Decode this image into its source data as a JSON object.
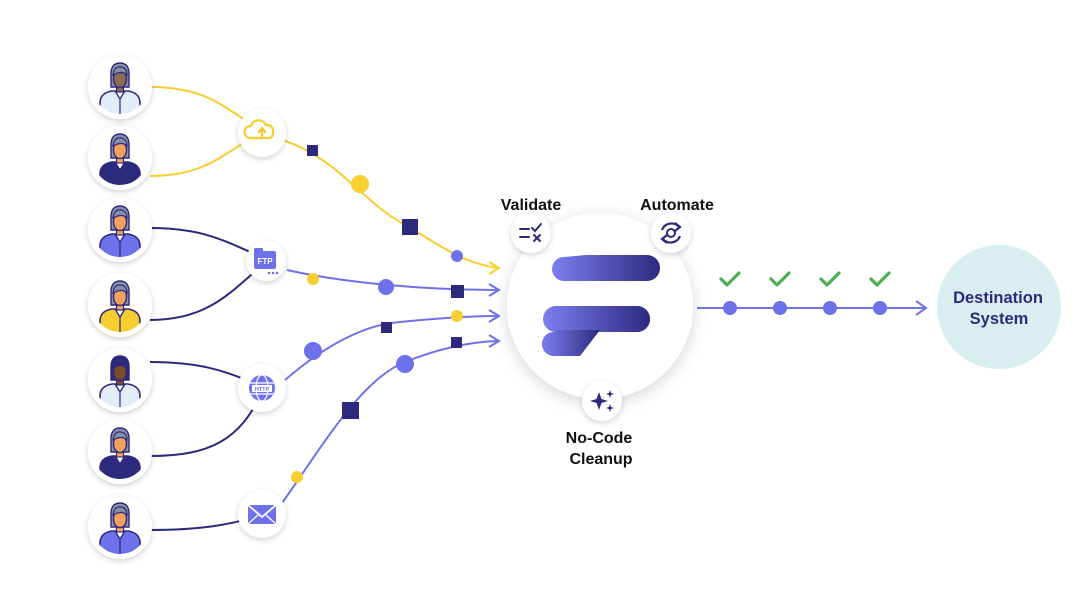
{
  "labels": {
    "validate": "Validate",
    "automate": "Automate",
    "cleanup_line1": "No-Code",
    "cleanup_line2": "Cleanup",
    "destination_line1": "Destination",
    "destination_line2": "System"
  },
  "icons": {
    "upload": "cloud-upload-icon",
    "ftp": "FTP",
    "http": "HTTP",
    "email": "envelope-icon",
    "validate": "validate-list-icon",
    "automate": "automate-gear-icon",
    "cleanup": "sparkles-icon",
    "logo": "flatfile-logo-icon"
  },
  "colors": {
    "yellow": "#f7cd2f",
    "navy": "#2d2a7d",
    "periwinkle": "#6e72ea",
    "check_green": "#4caf50",
    "destination_fill": "#d9eeee",
    "destination_text": "#2d2a7d"
  },
  "people": [
    {
      "name": "person-1",
      "shirt": "#e4edf7",
      "hair": "#8a8fa8",
      "skin": "#8e6b53"
    },
    {
      "name": "person-2",
      "shirt": "#2d2a7d",
      "hair": "#8a8fa8",
      "skin": "#f2a25c"
    },
    {
      "name": "person-3",
      "shirt": "#6e72ea",
      "hair": "#8a8fa8",
      "skin": "#f2a25c"
    },
    {
      "name": "person-4",
      "shirt": "#f7cd2f",
      "hair": "#8a8fa8",
      "skin": "#f2a25c"
    },
    {
      "name": "person-5",
      "shirt": "#e4edf7",
      "hair": "#2d2a7d",
      "skin": "#7a4a2a"
    },
    {
      "name": "person-6",
      "shirt": "#2d2a7d",
      "hair": "#8a8fa8",
      "skin": "#f2a25c"
    },
    {
      "name": "person-7",
      "shirt": "#6e72ea",
      "hair": "#8a8fa8",
      "skin": "#f2a25c"
    }
  ],
  "checks_count": 4
}
